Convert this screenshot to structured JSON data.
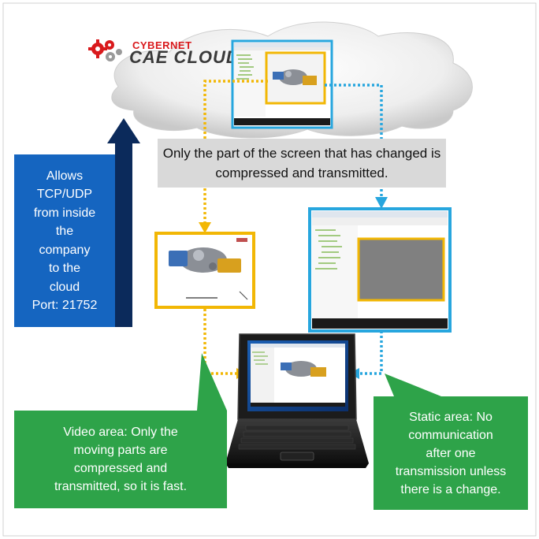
{
  "brand": {
    "line1": "CYBERNET",
    "line2": "CAE CLOUD"
  },
  "note": "Only the part of the screen that has changed is compressed and transmitted.",
  "firewall_callout": {
    "lines": [
      "Allows",
      "TCP/UDP",
      "from inside",
      "the",
      "company",
      "to the",
      "cloud",
      "Port: 21752"
    ]
  },
  "video_callout": {
    "lines": [
      "Video area: Only the",
      "moving parts are",
      "compressed and",
      "transmitted, so it is fast."
    ]
  },
  "static_callout": {
    "lines": [
      "Static area: No",
      "communication",
      "after one",
      "transmission unless",
      "there is a change."
    ]
  },
  "colors": {
    "video_accent": "#f2b705",
    "static_accent": "#27a6de",
    "arrow_navy": "#0b2a5b",
    "callout_blue": "#1565c0",
    "callout_green": "#2ea349",
    "note_gray": "#d9d9d9"
  }
}
